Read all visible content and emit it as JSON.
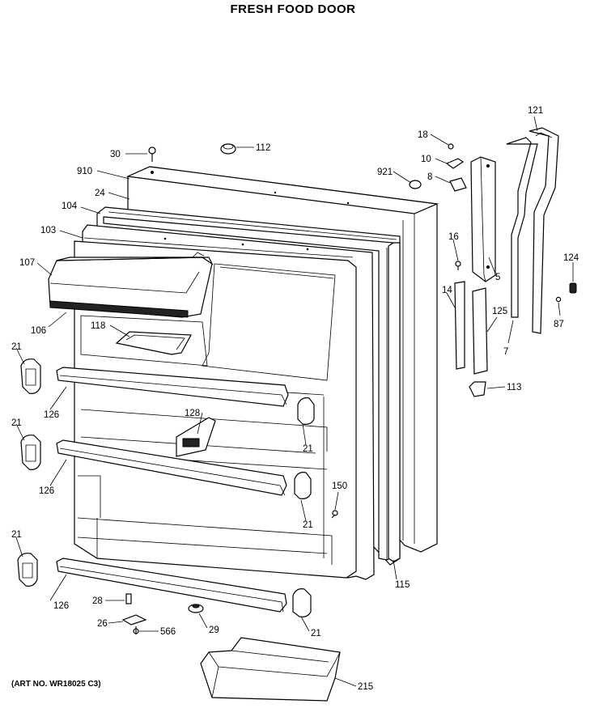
{
  "title": "FRESH FOOD DOOR",
  "art_number": "(ART NO. WR18025 C3)",
  "callouts": {
    "c30": "30",
    "c112": "112",
    "c910": "910",
    "c24": "24",
    "c104": "104",
    "c103": "103",
    "c107": "107",
    "c106": "106",
    "c118": "118",
    "c21a": "21",
    "c21b": "21",
    "c21c": "21",
    "c21d": "21",
    "c21e": "21",
    "c21f": "21",
    "c126a": "126",
    "c126b": "126",
    "c126c": "126",
    "c128": "128",
    "c150": "150",
    "c115": "115",
    "c28": "28",
    "c26": "26",
    "c566": "566",
    "c29": "29",
    "c215": "215",
    "c18": "18",
    "c10": "10",
    "c8": "8",
    "c921": "921",
    "c16": "16",
    "c5": "5",
    "c14": "14",
    "c125": "125",
    "c113": "113",
    "c121": "121",
    "c124": "124",
    "c87": "87",
    "c7": "7"
  }
}
